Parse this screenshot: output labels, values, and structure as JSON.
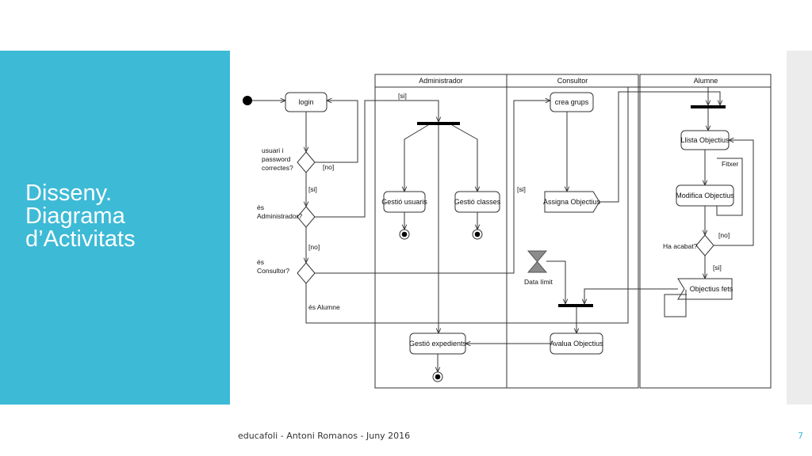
{
  "slide": {
    "title": "Disseny.\nDiagrama\nd’Activitats",
    "footer": "educafoli - Antoni Romanos - Juny 2016",
    "page_number": "7",
    "accent_color": "#3dbad6"
  },
  "diagram": {
    "lanes": {
      "admin": "Administrador",
      "consultor": "Consultor",
      "alumne": "Alumne"
    },
    "nodes": {
      "login": "login",
      "gestio_usuaris": "Gestió usuaris",
      "gestio_classes": "Gestió classes",
      "crea_grups": "crea grups",
      "assigna_objectius": "Assigna Objectius",
      "llista_objectius": "Llista Objectius",
      "modifica_objectius": "Modifica Objectius",
      "objectius_fets": "Objectius fets",
      "gestio_expedients": "Gestió expedients",
      "avalua_objectius": "Avalua Objectius",
      "data_limit": "Data límit",
      "fitxer": "Fitxer"
    },
    "decisions": {
      "d1": [
        "usuari i",
        "password",
        "correctes?"
      ],
      "d2": [
        "és",
        "Administrador?"
      ],
      "d3": [
        "és",
        "Consultor?"
      ],
      "ha_acabat": "Ha acabat?"
    },
    "guards": {
      "si_1": "[si]",
      "no_1": "[no]",
      "si_2": "[si]",
      "no_2": "[no]",
      "si_3": "[si]",
      "es_alumne": "és Alumne",
      "no_acabat": "[no]",
      "si_acabat": "[si]"
    }
  }
}
